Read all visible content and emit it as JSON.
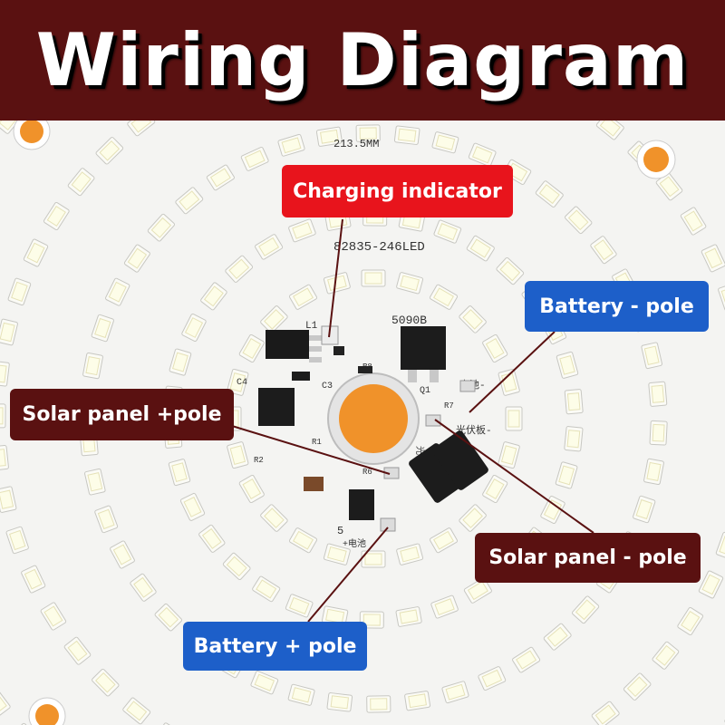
{
  "title": "Wiring Diagram",
  "board": {
    "dimension_text": "213.5MM",
    "model_text": "82835-246LED",
    "chip_text": "5090B",
    "battery_neg_text": "电池-",
    "solar_neg_text": "光伏板-",
    "solar_pos_text": "光伏板+",
    "battery_pos_text": "+电池",
    "ref_l1": "L1",
    "ref_c4": "C4",
    "ref_c3": "C3",
    "ref_r8": "R8",
    "ref_q1": "Q1",
    "ref_r7": "R7",
    "ref_r1": "R1",
    "ref_r6": "R6",
    "ref_r2": "R2",
    "ref_5": "5"
  },
  "labels": {
    "charging_indicator": "Charging indicator",
    "battery_neg": "Battery - pole",
    "solar_pos": "Solar panel  +pole",
    "solar_neg": "Solar panel - pole",
    "battery_pos": "Battery + pole"
  },
  "colors": {
    "header": "#5a1111",
    "red_label": "#e8141c",
    "blue_label": "#1d5fc9",
    "brown_label": "#5a1111",
    "center_led": "#f0922a"
  }
}
